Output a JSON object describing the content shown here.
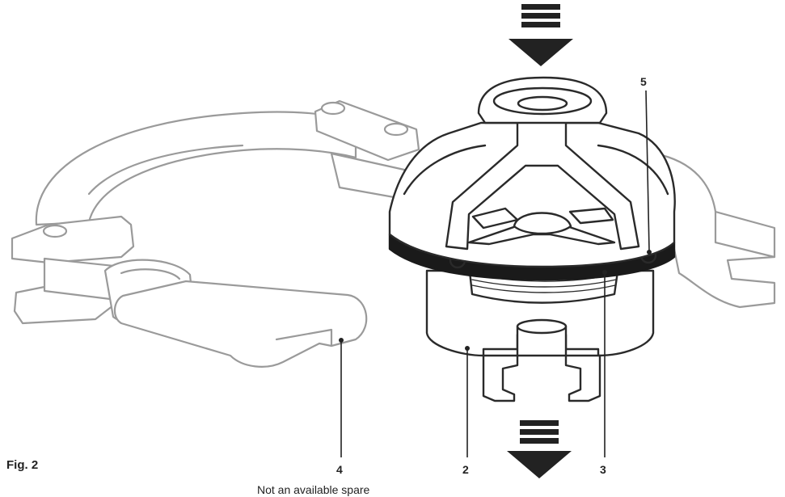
{
  "figure": {
    "label": "Fig. 2",
    "note": "Not an available spare"
  },
  "callouts": [
    {
      "id": "callout-5",
      "label": "5"
    },
    {
      "id": "callout-4",
      "label": "4"
    },
    {
      "id": "callout-2",
      "label": "2"
    },
    {
      "id": "callout-3",
      "label": "3"
    }
  ],
  "colors": {
    "outline_light": "#9a9a9a",
    "outline_dark": "#2a2a2a",
    "gasket": "#1a1a1a",
    "arrow": "#222222"
  },
  "icons": {
    "flow_in": "flow-arrow-down-icon",
    "flow_out": "flow-arrow-down-icon"
  }
}
